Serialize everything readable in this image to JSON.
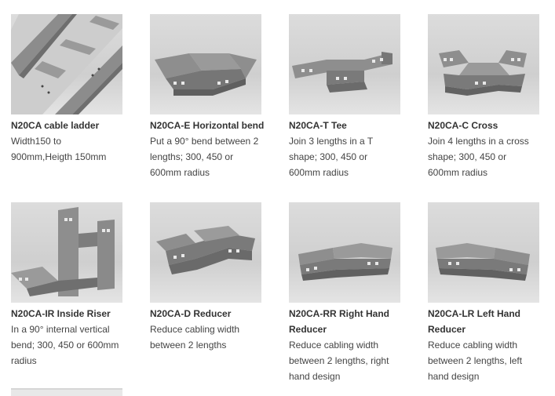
{
  "products": [
    {
      "title": "N20CA cable ladder",
      "desc": "Width150 to 900mm,Heigth 150mm",
      "icon": "cable-ladder-image"
    },
    {
      "title": "N20CA-E Horizontal bend",
      "desc": "Put a 90° bend between 2 lengths; 300, 450 or 600mm radius",
      "icon": "horizontal-bend-image"
    },
    {
      "title": "N20CA-T Tee",
      "desc": "Join 3 lengths in a T shape; 300, 450 or 600mm radius",
      "icon": "tee-image"
    },
    {
      "title": "N20CA-C Cross",
      "desc": "Join 4 lengths in a cross shape; 300, 450 or 600mm radius",
      "icon": "cross-image"
    },
    {
      "title": "N20CA-IR Inside Riser",
      "desc": "In a 90° internal vertical bend; 300, 450 or 600mm radius",
      "icon": "inside-riser-image"
    },
    {
      "title": "N20CA-D Reducer",
      "desc": "Reduce cabling width between 2 lengths",
      "icon": "reducer-image"
    },
    {
      "title": "N20CA-RR Right Hand Reducer",
      "desc": "Reduce cabling width between 2 lengths, right hand design",
      "icon": "right-hand-reducer-image"
    },
    {
      "title": "N20CA-LR Left Hand Reducer",
      "desc": "Reduce cabling width between 2 lengths, left hand design",
      "icon": "left-hand-reducer-image"
    }
  ]
}
